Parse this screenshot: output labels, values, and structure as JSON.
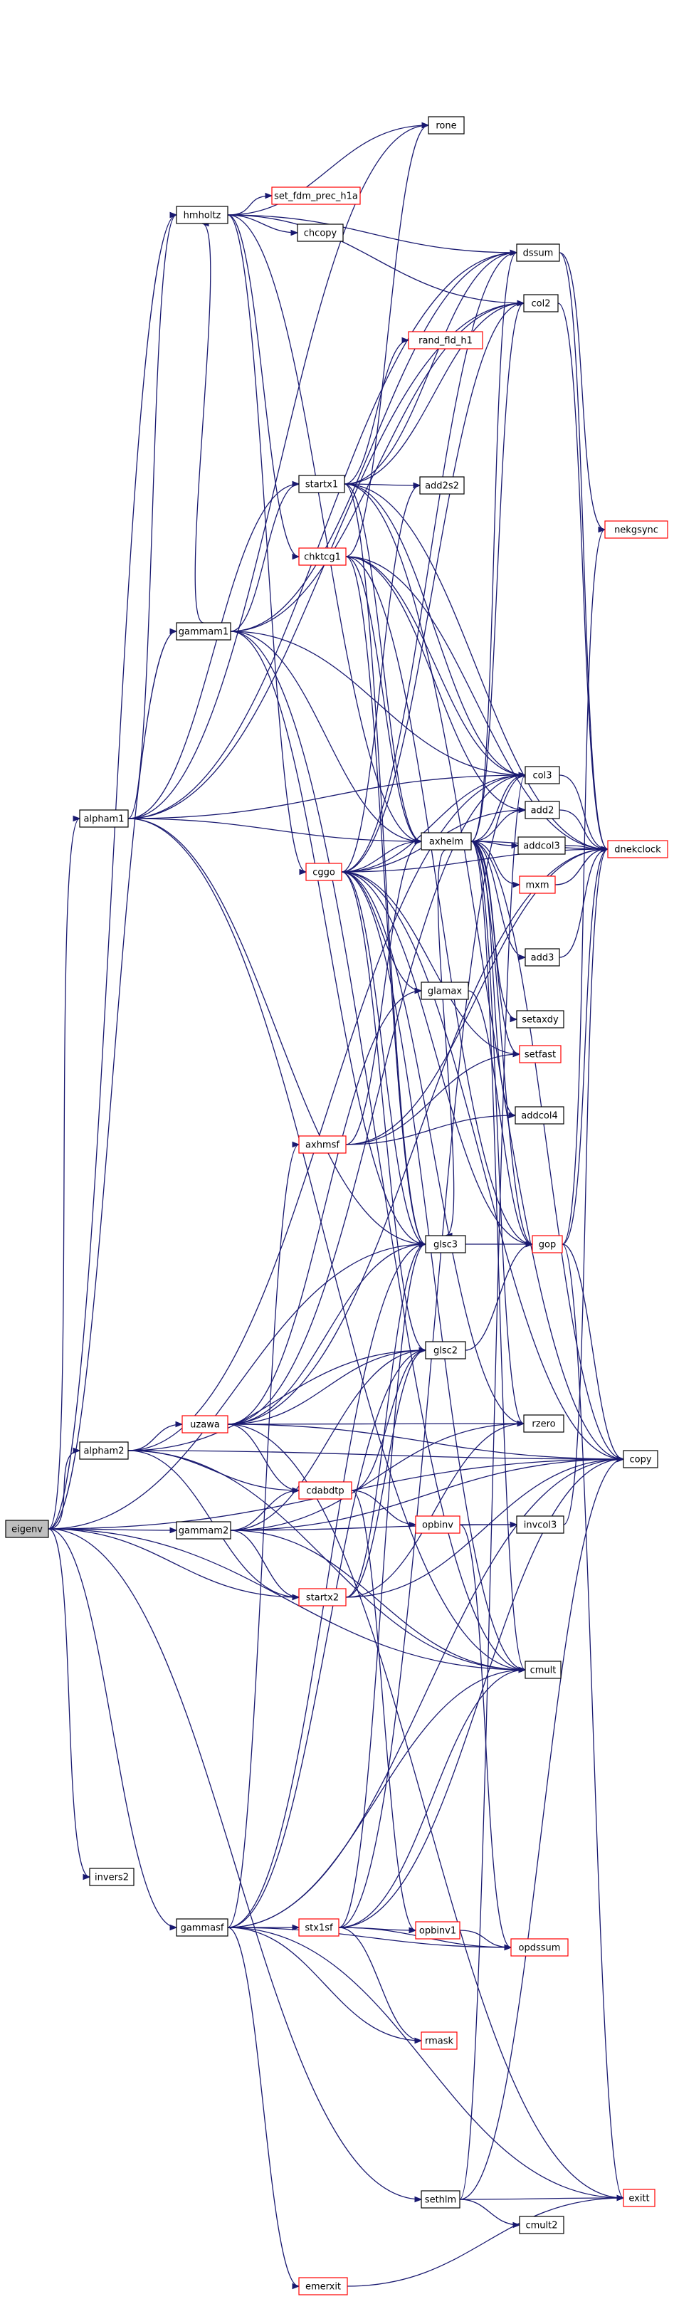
{
  "colors": {
    "edge": "#191970",
    "node_black_border": "#000000",
    "node_red_border": "#ff0000",
    "root_fill": "#bfbfbf",
    "node_fill": "#ffffff",
    "text": "#000000"
  },
  "nodes": [
    {
      "id": "eigenv",
      "label": "eigenv",
      "border": "black",
      "root": true
    },
    {
      "id": "alpham1",
      "label": "alpham1",
      "border": "black"
    },
    {
      "id": "alpham2",
      "label": "alpham2",
      "border": "black"
    },
    {
      "id": "gammam1",
      "label": "gammam1",
      "border": "black"
    },
    {
      "id": "gammam2",
      "label": "gammam2",
      "border": "black"
    },
    {
      "id": "gammasf",
      "label": "gammasf",
      "border": "black"
    },
    {
      "id": "invers2",
      "label": "invers2",
      "border": "black"
    },
    {
      "id": "hmholtz",
      "label": "hmholtz",
      "border": "black"
    },
    {
      "id": "set_fdm_prec_h1a",
      "label": "set_fdm_prec_h1a",
      "border": "red"
    },
    {
      "id": "chcopy",
      "label": "chcopy",
      "border": "black"
    },
    {
      "id": "rone",
      "label": "rone",
      "border": "black"
    },
    {
      "id": "dssum",
      "label": "dssum",
      "border": "black"
    },
    {
      "id": "col2",
      "label": "col2",
      "border": "black"
    },
    {
      "id": "rand_fld_h1",
      "label": "rand_fld_h1",
      "border": "red"
    },
    {
      "id": "startx1",
      "label": "startx1",
      "border": "black"
    },
    {
      "id": "add2s2",
      "label": "add2s2",
      "border": "black"
    },
    {
      "id": "chktcg1",
      "label": "chktcg1",
      "border": "red"
    },
    {
      "id": "nekgsync",
      "label": "nekgsync",
      "border": "red"
    },
    {
      "id": "col3",
      "label": "col3",
      "border": "black"
    },
    {
      "id": "add2",
      "label": "add2",
      "border": "black"
    },
    {
      "id": "addcol3",
      "label": "addcol3",
      "border": "black"
    },
    {
      "id": "dnekclock",
      "label": "dnekclock",
      "border": "red"
    },
    {
      "id": "cggo",
      "label": "cggo",
      "border": "red"
    },
    {
      "id": "axhelm",
      "label": "axhelm",
      "border": "black"
    },
    {
      "id": "mxm",
      "label": "mxm",
      "border": "red"
    },
    {
      "id": "add3",
      "label": "add3",
      "border": "black"
    },
    {
      "id": "glamax",
      "label": "glamax",
      "border": "black"
    },
    {
      "id": "setaxdy",
      "label": "setaxdy",
      "border": "black"
    },
    {
      "id": "setfast",
      "label": "setfast",
      "border": "red"
    },
    {
      "id": "axhmsf",
      "label": "axhmsf",
      "border": "red"
    },
    {
      "id": "addcol4",
      "label": "addcol4",
      "border": "black"
    },
    {
      "id": "glsc3",
      "label": "glsc3",
      "border": "black"
    },
    {
      "id": "gop",
      "label": "gop",
      "border": "red"
    },
    {
      "id": "glsc2",
      "label": "glsc2",
      "border": "black"
    },
    {
      "id": "uzawa",
      "label": "uzawa",
      "border": "red"
    },
    {
      "id": "rzero",
      "label": "rzero",
      "border": "black"
    },
    {
      "id": "copy",
      "label": "copy",
      "border": "black"
    },
    {
      "id": "cdabdtp",
      "label": "cdabdtp",
      "border": "red"
    },
    {
      "id": "opbinv",
      "label": "opbinv",
      "border": "red"
    },
    {
      "id": "invcol3",
      "label": "invcol3",
      "border": "black"
    },
    {
      "id": "startx2",
      "label": "startx2",
      "border": "red"
    },
    {
      "id": "cmult",
      "label": "cmult",
      "border": "black"
    },
    {
      "id": "stx1sf",
      "label": "stx1sf",
      "border": "red"
    },
    {
      "id": "opbinv1",
      "label": "opbinv1",
      "border": "red"
    },
    {
      "id": "opdssum",
      "label": "opdssum",
      "border": "red"
    },
    {
      "id": "rmask",
      "label": "rmask",
      "border": "red"
    },
    {
      "id": "sethlm",
      "label": "sethlm",
      "border": "black"
    },
    {
      "id": "cmult2",
      "label": "cmult2",
      "border": "black"
    },
    {
      "id": "exitt",
      "label": "exitt",
      "border": "red"
    },
    {
      "id": "emerxit",
      "label": "emerxit",
      "border": "red"
    }
  ],
  "edges": [
    [
      "eigenv",
      "alpham1"
    ],
    [
      "eigenv",
      "alpham2"
    ],
    [
      "eigenv",
      "gammam2"
    ],
    [
      "eigenv",
      "invers2"
    ],
    [
      "eigenv",
      "gammasf"
    ],
    [
      "eigenv",
      "gammam1"
    ],
    [
      "eigenv",
      "hmholtz"
    ],
    [
      "eigenv",
      "sethlm"
    ],
    [
      "eigenv",
      "cmult"
    ],
    [
      "eigenv",
      "glsc3"
    ],
    [
      "eigenv",
      "copy"
    ],
    [
      "eigenv",
      "startx2"
    ],
    [
      "alpham1",
      "hmholtz"
    ],
    [
      "alpham1",
      "startx1"
    ],
    [
      "alpham1",
      "col3"
    ],
    [
      "alpham1",
      "axhelm"
    ],
    [
      "alpham1",
      "glsc3"
    ],
    [
      "alpham1",
      "cmult"
    ],
    [
      "alpham1",
      "dssum"
    ],
    [
      "alpham1",
      "col2"
    ],
    [
      "alpham1",
      "rone"
    ],
    [
      "alpham2",
      "uzawa"
    ],
    [
      "alpham2",
      "startx2"
    ],
    [
      "alpham2",
      "cdabdtp"
    ],
    [
      "alpham2",
      "glsc2"
    ],
    [
      "alpham2",
      "cmult"
    ],
    [
      "alpham2",
      "copy"
    ],
    [
      "alpham2",
      "col3"
    ],
    [
      "gammam1",
      "hmholtz"
    ],
    [
      "gammam1",
      "startx1"
    ],
    [
      "gammam1",
      "col3"
    ],
    [
      "gammam1",
      "axhelm"
    ],
    [
      "gammam1",
      "glsc3"
    ],
    [
      "gammam1",
      "cmult"
    ],
    [
      "gammam1",
      "dssum"
    ],
    [
      "gammam1",
      "col2"
    ],
    [
      "gammam2",
      "cdabdtp"
    ],
    [
      "gammam2",
      "startx2"
    ],
    [
      "gammam2",
      "glsc2"
    ],
    [
      "gammam2",
      "cmult"
    ],
    [
      "gammam2",
      "invcol3"
    ],
    [
      "gammam2",
      "rzero"
    ],
    [
      "gammam2",
      "copy"
    ],
    [
      "gammasf",
      "stx1sf"
    ],
    [
      "gammasf",
      "axhmsf"
    ],
    [
      "gammasf",
      "glsc3"
    ],
    [
      "gammasf",
      "opdssum"
    ],
    [
      "gammasf",
      "rmask"
    ],
    [
      "gammasf",
      "copy"
    ],
    [
      "gammasf",
      "cmult"
    ],
    [
      "gammasf",
      "exitt"
    ],
    [
      "gammasf",
      "emerxit"
    ],
    [
      "gammasf",
      "glsc2"
    ],
    [
      "hmholtz",
      "set_fdm_prec_h1a"
    ],
    [
      "hmholtz",
      "chcopy"
    ],
    [
      "hmholtz",
      "rone"
    ],
    [
      "hmholtz",
      "dssum"
    ],
    [
      "hmholtz",
      "col2"
    ],
    [
      "hmholtz",
      "chktcg1"
    ],
    [
      "hmholtz",
      "cggo"
    ],
    [
      "hmholtz",
      "axhelm"
    ],
    [
      "startx1",
      "rand_fld_h1"
    ],
    [
      "startx1",
      "add2s2"
    ],
    [
      "startx1",
      "col2"
    ],
    [
      "startx1",
      "dssum"
    ],
    [
      "startx1",
      "col3"
    ],
    [
      "startx1",
      "glsc3"
    ],
    [
      "startx1",
      "axhelm"
    ],
    [
      "startx1",
      "copy"
    ],
    [
      "startx1",
      "dnekclock"
    ],
    [
      "chktcg1",
      "col3"
    ],
    [
      "chktcg1",
      "add2"
    ],
    [
      "chktcg1",
      "glsc3"
    ],
    [
      "chktcg1",
      "dnekclock"
    ],
    [
      "chktcg1",
      "gop"
    ],
    [
      "chktcg1",
      "axhelm"
    ],
    [
      "chktcg1",
      "rone"
    ],
    [
      "cggo",
      "axhelm"
    ],
    [
      "cggo",
      "col3"
    ],
    [
      "cggo",
      "add2"
    ],
    [
      "cggo",
      "glamax"
    ],
    [
      "cggo",
      "glsc3"
    ],
    [
      "cggo",
      "glsc2"
    ],
    [
      "cggo",
      "gop"
    ],
    [
      "cggo",
      "rzero"
    ],
    [
      "cggo",
      "copy"
    ],
    [
      "cggo",
      "setfast"
    ],
    [
      "cggo",
      "add2s2"
    ],
    [
      "cggo",
      "dssum"
    ],
    [
      "cggo",
      "col2"
    ],
    [
      "cggo",
      "cmult"
    ],
    [
      "cggo",
      "dnekclock"
    ],
    [
      "axhelm",
      "add2"
    ],
    [
      "axhelm",
      "addcol3"
    ],
    [
      "axhelm",
      "mxm"
    ],
    [
      "axhelm",
      "add3"
    ],
    [
      "axhelm",
      "setaxdy"
    ],
    [
      "axhelm",
      "col3"
    ],
    [
      "axhelm",
      "dnekclock"
    ],
    [
      "axhelm",
      "addcol4"
    ],
    [
      "axhelm",
      "col2"
    ],
    [
      "axhelm",
      "setfast"
    ],
    [
      "axhelm",
      "gop"
    ],
    [
      "axhelm",
      "rzero"
    ],
    [
      "axhelm",
      "glsc3"
    ],
    [
      "axhelm",
      "dssum"
    ],
    [
      "axhelm",
      "copy"
    ],
    [
      "axhelm",
      "cmult"
    ],
    [
      "axhmsf",
      "axhelm"
    ],
    [
      "axhmsf",
      "setfast"
    ],
    [
      "axhmsf",
      "addcol4"
    ],
    [
      "axhmsf",
      "dnekclock"
    ],
    [
      "uzawa",
      "glamax"
    ],
    [
      "uzawa",
      "glsc3"
    ],
    [
      "uzawa",
      "glsc2"
    ],
    [
      "uzawa",
      "rzero"
    ],
    [
      "uzawa",
      "copy"
    ],
    [
      "uzawa",
      "cdabdtp"
    ],
    [
      "uzawa",
      "col3"
    ],
    [
      "uzawa",
      "dnekclock"
    ],
    [
      "uzawa",
      "exitt"
    ],
    [
      "cdabdtp",
      "opbinv"
    ],
    [
      "cdabdtp",
      "glsc2"
    ],
    [
      "cdabdtp",
      "opbinv1"
    ],
    [
      "startx2",
      "glsc3"
    ],
    [
      "startx2",
      "glsc2"
    ],
    [
      "startx2",
      "rzero"
    ],
    [
      "startx2",
      "copy"
    ],
    [
      "stx1sf",
      "opbinv1"
    ],
    [
      "stx1sf",
      "opdssum"
    ],
    [
      "stx1sf",
      "rmask"
    ],
    [
      "stx1sf",
      "glsc3"
    ],
    [
      "stx1sf",
      "cmult"
    ],
    [
      "stx1sf",
      "col3"
    ],
    [
      "stx1sf",
      "copy"
    ],
    [
      "opbinv",
      "invcol3"
    ],
    [
      "opbinv",
      "opdssum"
    ],
    [
      "opbinv1",
      "opdssum"
    ],
    [
      "glsc3",
      "gop"
    ],
    [
      "glsc2",
      "gop"
    ],
    [
      "glamax",
      "gop"
    ],
    [
      "gop",
      "copy"
    ],
    [
      "gop",
      "dnekclock"
    ],
    [
      "gop",
      "nekgsync"
    ],
    [
      "gop",
      "exitt"
    ],
    [
      "add3",
      "dnekclock"
    ],
    [
      "addcol3",
      "dnekclock"
    ],
    [
      "add2",
      "dnekclock"
    ],
    [
      "mxm",
      "dnekclock"
    ],
    [
      "col3",
      "dnekclock"
    ],
    [
      "col2",
      "dnekclock"
    ],
    [
      "dssum",
      "dnekclock"
    ],
    [
      "dssum",
      "nekgsync"
    ],
    [
      "invcol3",
      "dnekclock"
    ],
    [
      "sethlm",
      "cmult2"
    ],
    [
      "sethlm",
      "exitt"
    ],
    [
      "sethlm",
      "col3"
    ],
    [
      "sethlm",
      "copy"
    ],
    [
      "emerxit",
      "exitt"
    ]
  ]
}
